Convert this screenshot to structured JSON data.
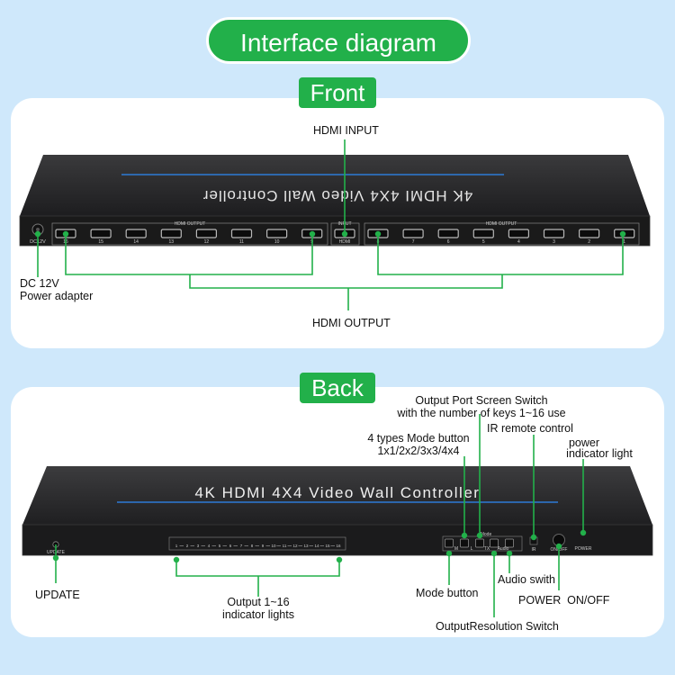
{
  "title": "Interface diagram",
  "front": {
    "section": "Front",
    "device_title": "4K HDMI 4X4 Video Wall Controller",
    "dc_label": "DC12V",
    "hdmi_output_label": "HDMI OUTPUT",
    "input_label": "INPUT",
    "hdmi_label": "HDMI",
    "left_ports": [
      "16",
      "15",
      "14",
      "13",
      "12",
      "11",
      "10",
      "9"
    ],
    "right_ports": [
      "8",
      "7",
      "6",
      "5",
      "4",
      "3",
      "2",
      "1"
    ],
    "callouts": {
      "hdmi_input": "HDMI INPUT",
      "dc_line1": "DC 12V",
      "dc_line2": "Power adapter",
      "hdmi_output": "HDMI OUTPUT"
    }
  },
  "back": {
    "section": "Back",
    "device_title": "4K HDMI 4X4 Video Wall Controller",
    "update_label": "UPDATE",
    "led_numbers": [
      "1",
      "2",
      "3",
      "4",
      "5",
      "6",
      "7",
      "8",
      "9",
      "10",
      "11",
      "12",
      "13",
      "14",
      "15",
      "16"
    ],
    "button_labels": [
      "M",
      "L",
      "TX",
      "Audio"
    ],
    "mode_caption": "Mode",
    "ir_label": "IR",
    "onoff_label": "ON/OFF",
    "power_label": "POWER",
    "callouts": {
      "screen_switch_1": "Output Port Screen Switch",
      "screen_switch_2": "with the number of keys 1~16 use",
      "mode_types_1": "4 types Mode button",
      "mode_types_2": "1x1/2x2/3x3/4x4",
      "ir": "IR remote control",
      "power_light_1": "power",
      "power_light_2": "indicator light",
      "update": "UPDATE",
      "output_lights_1": "Output 1~16",
      "output_lights_2": "indicator lights",
      "mode_button": "Mode button",
      "audio": "Audio swith",
      "power_onoff": "POWER  ON/OFF",
      "resolution": "OutputResolution Switch"
    }
  },
  "colors": {
    "accent": "#22b04a",
    "background": "#cfe8fb",
    "device": "#2a2a2c"
  }
}
